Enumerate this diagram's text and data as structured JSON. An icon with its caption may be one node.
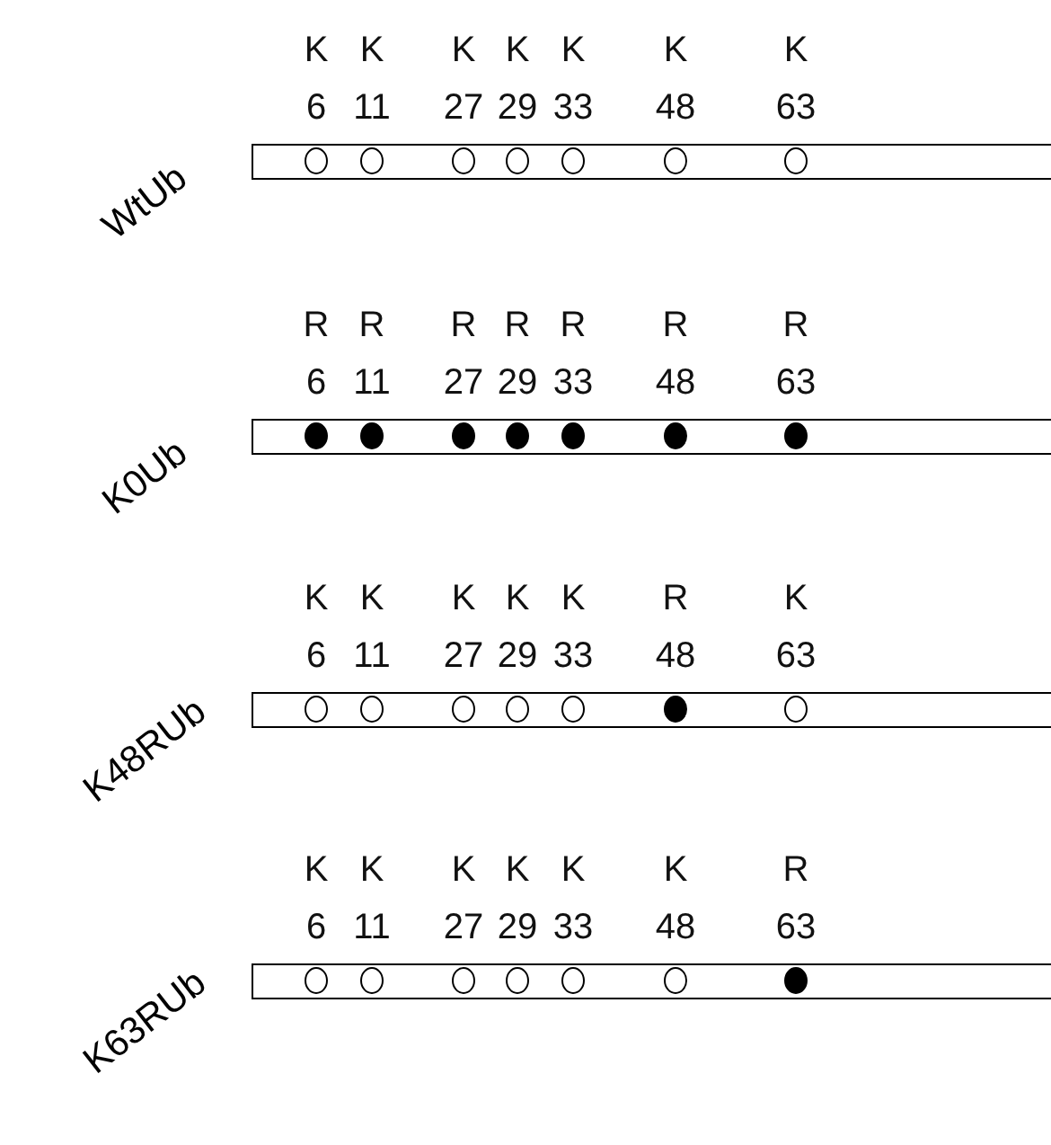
{
  "diagram": {
    "nodes": [
      {
        "text": [
          "WtUb"
        ]
      },
      {
        "text": [],
        "shape": "circle",
        "in": 0,
        "beside": [
          "K",
          "6"
        ]
      },
      {
        "text": [],
        "shape": "circle",
        "in": 0,
        "beside": [
          "K",
          "11"
        ]
      },
      {
        "text": [],
        "shape": "circle",
        "in": 0,
        "beside": [
          "K",
          "27"
        ]
      },
      {
        "text": [],
        "shape": "circle",
        "in": 0,
        "beside": [
          "K",
          "29"
        ]
      },
      {
        "text": [],
        "shape": "circle",
        "in": 0,
        "beside": [
          "K",
          "33"
        ]
      },
      {
        "text": [],
        "shape": "circle",
        "in": 0,
        "beside": [
          "K",
          "48"
        ]
      },
      {
        "text": [],
        "shape": "circle",
        "in": 0,
        "beside": [
          "K",
          "63"
        ]
      },
      {
        "text": [
          "K0Ub"
        ]
      },
      {
        "text": [],
        "shape": "dot",
        "in": 8,
        "beside": [
          "R",
          "6"
        ]
      },
      {
        "text": [],
        "shape": "dot",
        "in": 8,
        "beside": [
          "R",
          "11"
        ]
      },
      {
        "text": [],
        "shape": "dot",
        "in": 8,
        "beside": [
          "R",
          "27"
        ]
      },
      {
        "text": [],
        "shape": "dot",
        "in": 8,
        "beside": [
          "R",
          "29"
        ]
      },
      {
        "text": [],
        "shape": "dot",
        "in": 8,
        "beside": [
          "R",
          "33"
        ]
      },
      {
        "text": [],
        "shape": "dot",
        "in": 8,
        "beside": [
          "R",
          "48"
        ]
      },
      {
        "text": [],
        "shape": "dot",
        "in": 8,
        "beside": [
          "R",
          "63"
        ]
      },
      {
        "text": [
          "K48RUb"
        ]
      },
      {
        "text": [],
        "shape": "circle",
        "in": 16,
        "beside": [
          "K",
          "6"
        ]
      },
      {
        "text": [],
        "shape": "circle",
        "in": 16,
        "beside": [
          "K",
          "11"
        ]
      },
      {
        "text": [],
        "shape": "circle",
        "in": 16,
        "beside": [
          "K",
          "27"
        ]
      },
      {
        "text": [],
        "shape": "circle",
        "in": 16,
        "beside": [
          "K",
          "29"
        ]
      },
      {
        "text": [],
        "shape": "circle",
        "in": 16,
        "beside": [
          "K",
          "33"
        ]
      },
      {
        "text": [],
        "shape": "dot",
        "in": 16,
        "beside": [
          "R",
          "48"
        ]
      },
      {
        "text": [],
        "shape": "circle",
        "in": 16,
        "beside": [
          "K",
          "63"
        ]
      },
      {
        "text": [
          "K63RUb"
        ]
      },
      {
        "text": [],
        "shape": "circle",
        "in": 24,
        "beside": [
          "K",
          "6"
        ]
      },
      {
        "text": [],
        "shape": "circle",
        "in": 24,
        "beside": [
          "K",
          "11"
        ]
      },
      {
        "text": [],
        "shape": "circle",
        "in": 24,
        "beside": [
          "K",
          "27"
        ]
      },
      {
        "text": [],
        "shape": "circle",
        "in": 24,
        "beside": [
          "K",
          "29"
        ]
      },
      {
        "text": [],
        "shape": "circle",
        "in": 24,
        "beside": [
          "K",
          "33"
        ]
      },
      {
        "text": [],
        "shape": "circle",
        "in": 24,
        "beside": [
          "K",
          "48"
        ]
      },
      {
        "text": [],
        "shape": "dot",
        "in": 24,
        "beside": [
          "R",
          "63"
        ]
      }
    ],
    "edges": []
  }
}
